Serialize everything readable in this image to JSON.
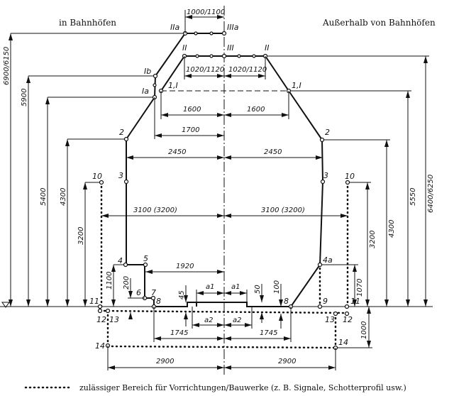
{
  "headers": {
    "left": "in Bahnhöfen",
    "right": "Außerhalb von Bahnhöfen"
  },
  "points": {
    "IIa": "IIa",
    "IIIa": "IIIa",
    "II_l": "II",
    "III": "III",
    "II_r": "II",
    "Ib": "Ib",
    "Ia": "Ia",
    "I_l": "1,I",
    "I_r": "1,I",
    "p2_l": "2",
    "p2_r": "2",
    "p3_l": "3",
    "p3_r": "3",
    "p10_l": "10",
    "p10_r": "10",
    "p4": "4",
    "p5": "5",
    "p6": "6",
    "p7": "7",
    "p8_l": "8",
    "p8_r": "8",
    "p4a": "4a",
    "p9": "9",
    "p11_l": "11",
    "p11_r": "11",
    "p12_l": "12",
    "p12_r": "12",
    "p13_l": "13",
    "p13_r": "13",
    "p14_l": "14",
    "p14_r": "14"
  },
  "dims": {
    "w1000": "1000/1100",
    "w1020_l": "1020/1120",
    "w1020_r": "1020/1120",
    "w1600_l": "1600",
    "w1600_r": "1600",
    "w1700": "1700",
    "w2450_l": "2450",
    "w2450_r": "2450",
    "w3100_l": "3100 (3200)",
    "w3100_r": "3100 (3200)",
    "w1920": "1920",
    "a1_l": "a1",
    "a1_r": "a1",
    "a2_l": "a2",
    "a2_r": "a2",
    "w1745_l": "1745",
    "w1745_r": "1745",
    "w2900_l": "2900",
    "w2900_r": "2900",
    "h6900": "6900/6150",
    "h5900": "5900",
    "h5400": "5400",
    "h4300_l": "4300",
    "h3200_l": "3200",
    "h1100": "1100",
    "h200": "200",
    "h45": "45",
    "h50": "50",
    "h100": "100",
    "h6400": "6400/6250",
    "h5550": "5550",
    "h4300_r": "4300",
    "h3200_r": "3200",
    "h1070": "1070",
    "h1000": "1000"
  },
  "legend": {
    "text": "zulässiger Bereich für Vorrichtungen/Bauwerke (z. B. Signale, Schotterprofil usw.)"
  }
}
